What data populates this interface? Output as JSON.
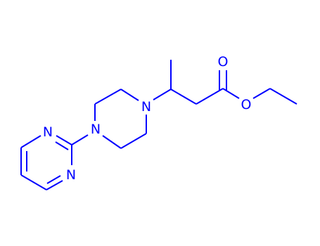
{
  "molecule": {
    "color": "#0000ff",
    "atoms": {
      "n_piperazine_right": "N",
      "n_piperazine_left": "N",
      "n_pyrimidine_top": "N",
      "n_pyrimidine_bottom": "N",
      "o_carbonyl": "O",
      "o_ester": "O"
    }
  }
}
